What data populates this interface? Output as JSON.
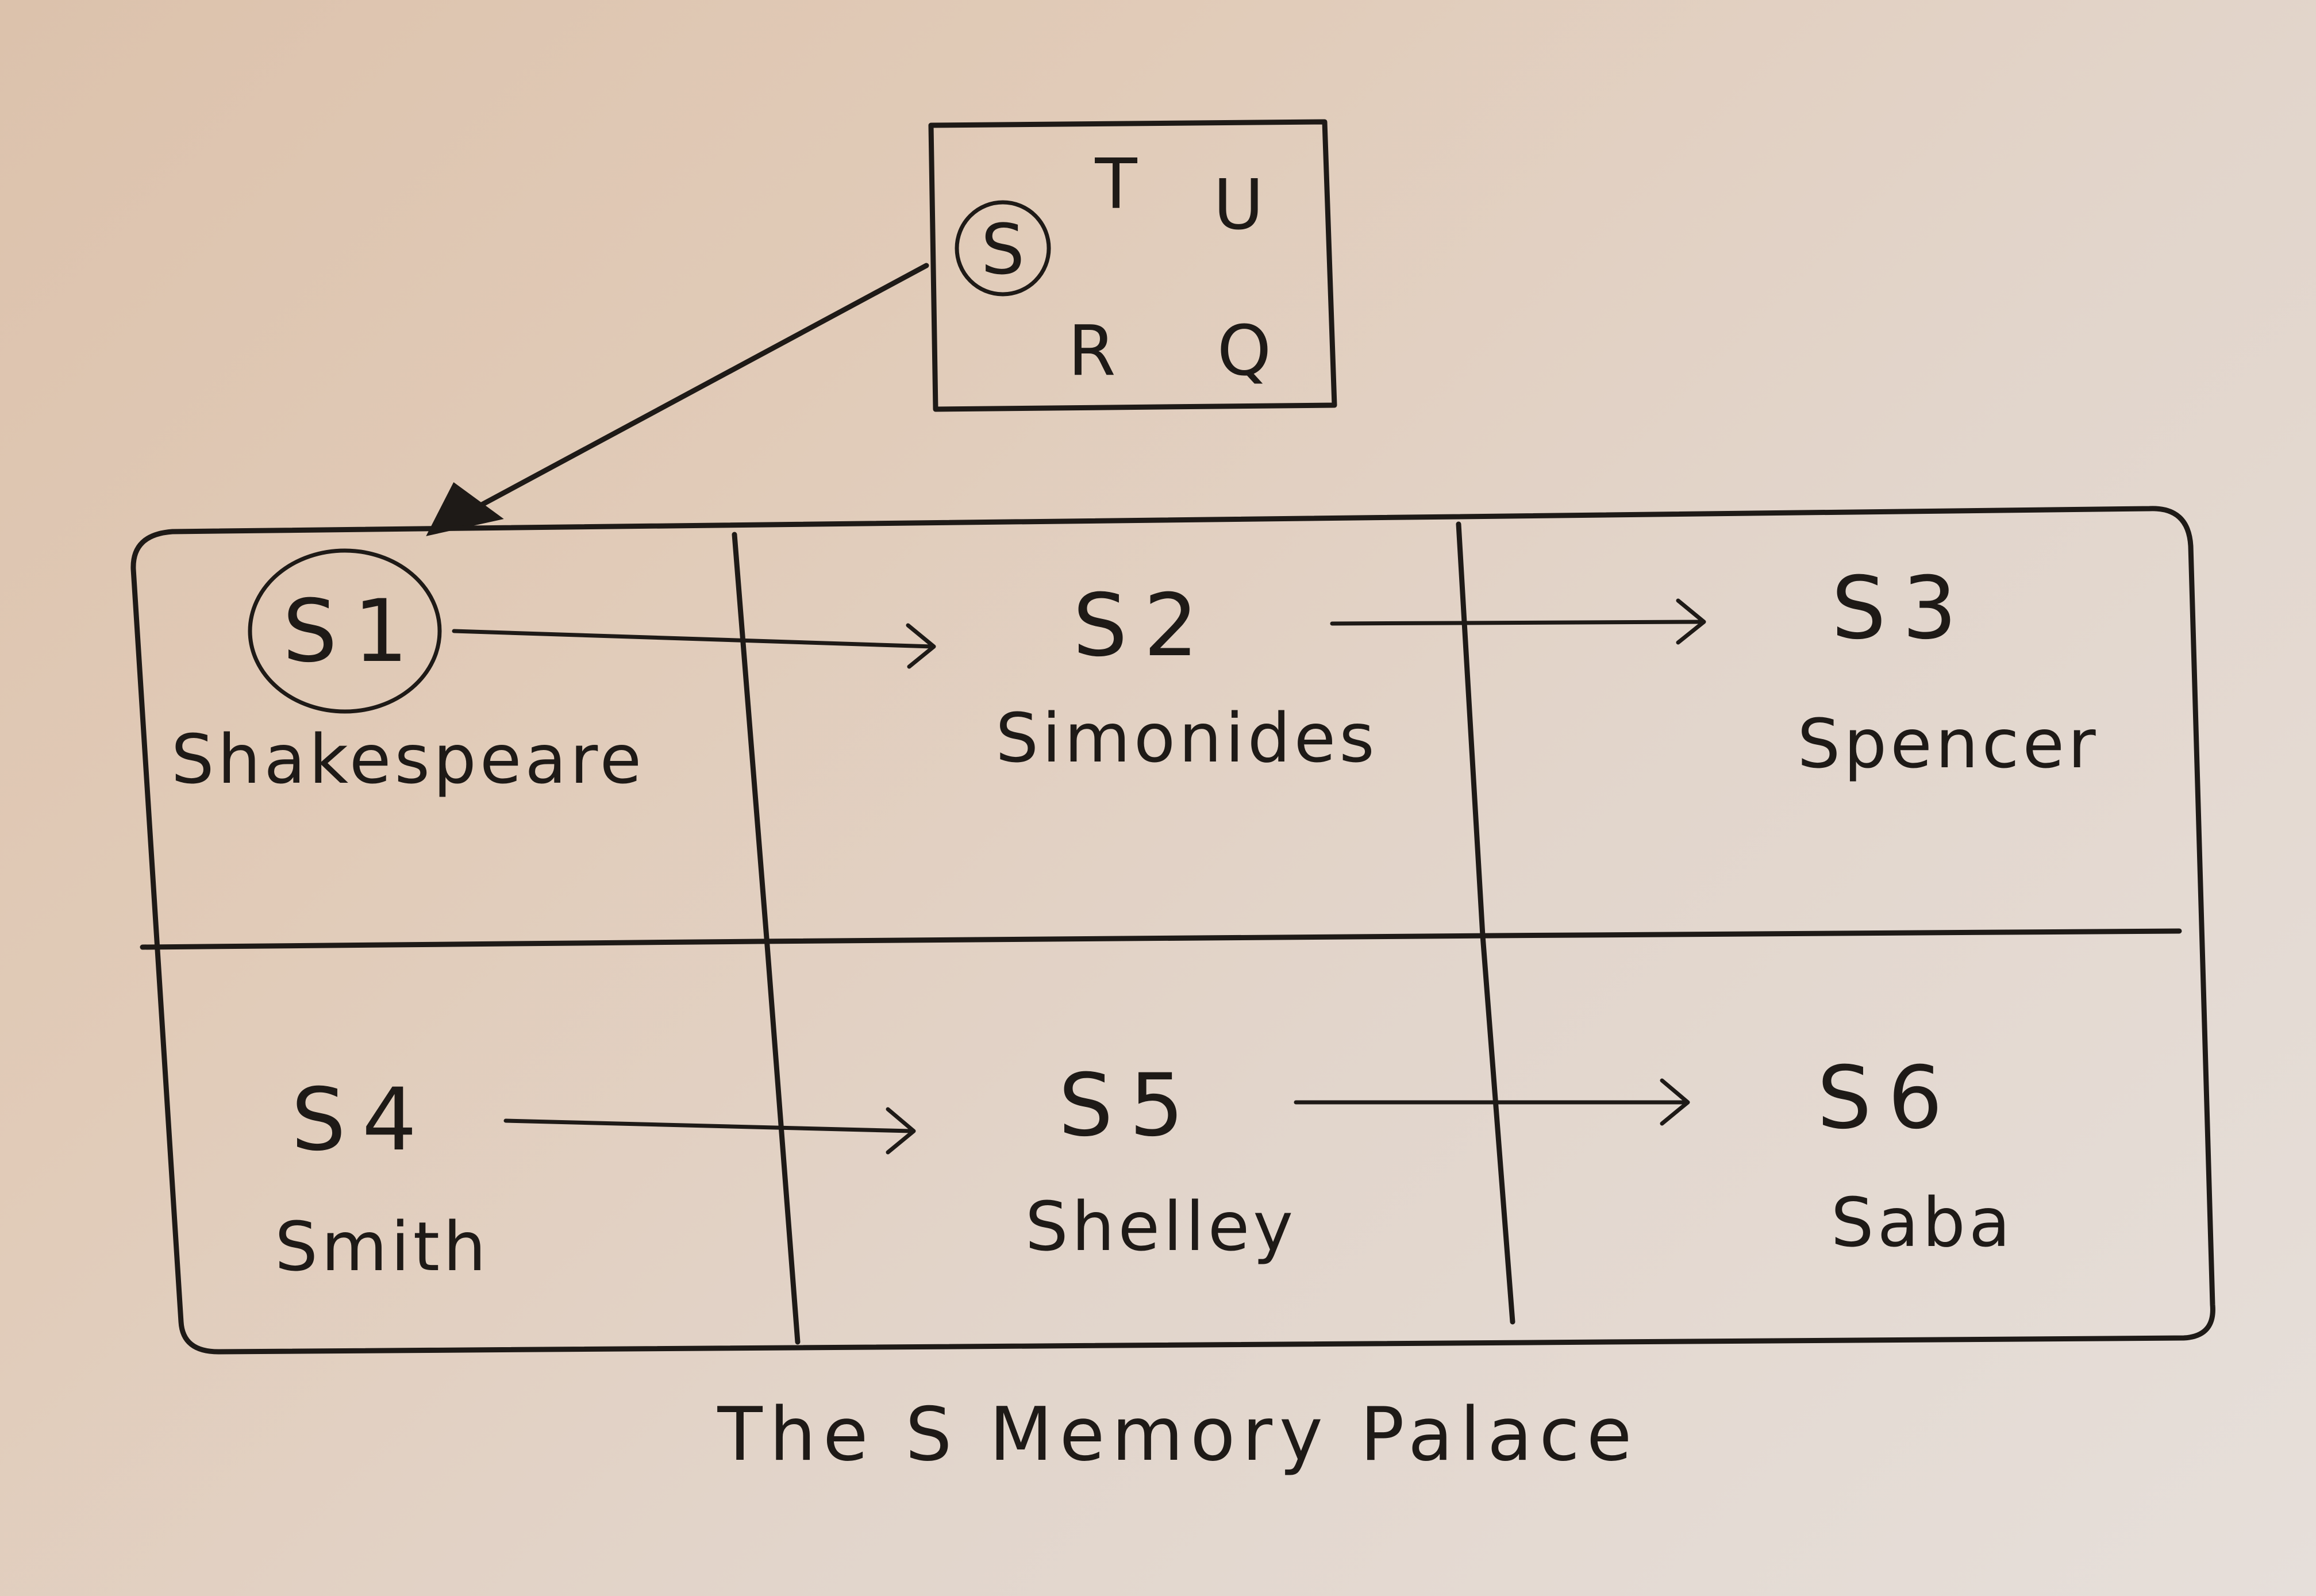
{
  "key_box": {
    "letters": {
      "s": "S",
      "t": "T",
      "u": "U",
      "r": "R",
      "q": "Q"
    },
    "highlighted": "S"
  },
  "palace": {
    "caption": "The S Memory Palace",
    "rooms": [
      {
        "code": "S1",
        "name": "Shakespeare",
        "circled": true
      },
      {
        "code": "S2",
        "name": "Simonides",
        "circled": false
      },
      {
        "code": "S3",
        "name": "Spencer",
        "circled": false
      },
      {
        "code": "S4",
        "name": "Smith",
        "circled": false
      },
      {
        "code": "S5",
        "name": "Shelley",
        "circled": false
      },
      {
        "code": "S6",
        "name": "Saba",
        "circled": false
      }
    ]
  }
}
